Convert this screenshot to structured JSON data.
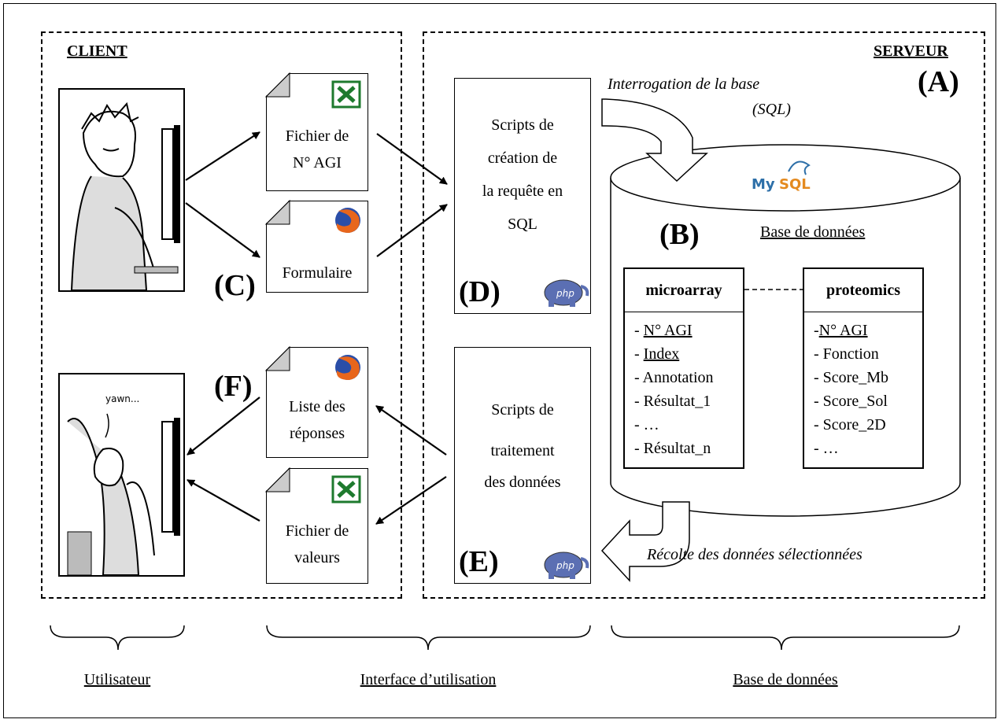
{
  "client_label": "CLIENT",
  "server_label": "SERVEUR",
  "labels": {
    "a": "(A)",
    "b": "(B)",
    "c": "(C)",
    "d": "(D)",
    "e": "(E)",
    "f": "(F)"
  },
  "docs": {
    "agi_line1": "Fichier de",
    "agi_line2": "N° AGI",
    "form": "Formulaire",
    "list_line1": "Liste des",
    "list_line2": "réponses",
    "values_line1": "Fichier de",
    "values_line2": "valeurs"
  },
  "scripts_creation": [
    "Scripts de",
    "création de",
    "la requête en",
    "SQL"
  ],
  "scripts_traitement": [
    "Scripts de",
    "traitement",
    "des données"
  ],
  "query_caption_1": "Interrogation de la base",
  "query_caption_2": "(SQL)",
  "harvest_caption": "Récolte des données sélectionnées",
  "database_title": "Base de données",
  "mysql_text": "MySQL",
  "php_text": "php",
  "microarray": {
    "name": "microarray",
    "fields": [
      "- ",
      "N° AGI",
      "- ",
      "Index",
      "- Annotation",
      "- Résultat_1",
      "- …",
      "- Résultat_n"
    ]
  },
  "proteomics": {
    "name": "proteomics",
    "fields": [
      "-",
      "N° AGI",
      "- Fonction",
      "- Score_Mb",
      "- Score_Sol",
      "- Score_2D",
      "- …"
    ]
  },
  "bottom": {
    "user": "Utilisateur",
    "interface": "Interface d’utilisation",
    "database": "Base de données"
  },
  "cartoon_yawn": "yawn...",
  "colors": {
    "excel_green": "#1e7a2e",
    "firefox_orange": "#e8661c",
    "firefox_blue": "#2a4ea8",
    "mysql_blue": "#2d6fa8",
    "mysql_orange": "#e48a1f",
    "php_blue": "#5b6fb3"
  }
}
